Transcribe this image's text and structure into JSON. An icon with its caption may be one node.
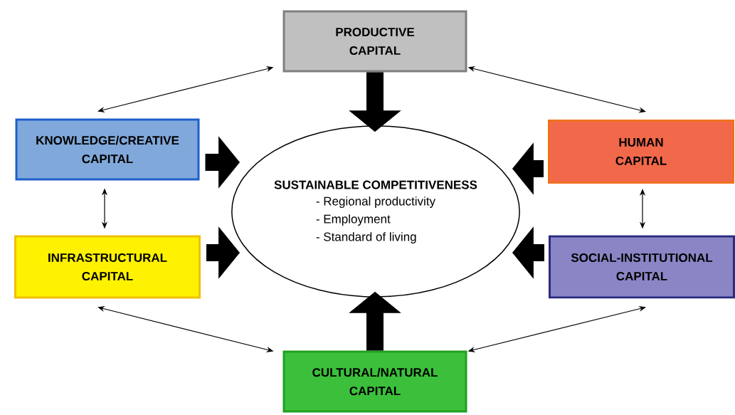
{
  "diagram": {
    "nodes": [
      {
        "text": [
          "PRODUCTIVE CAPITAL"
        ]
      },
      {
        "text": [
          "KNOWLEDGE/CREATIVE CAPITAL"
        ]
      },
      {
        "text": [
          "HUMAN CAPITAL"
        ]
      },
      {
        "text": [
          "SUSTAINABLE COMPETITIVENESS",
          "- Regional productivity",
          "- Employment",
          "- Standard of living"
        ]
      },
      {
        "text": [
          "INFRASTRUCTURAL CAPITAL"
        ]
      },
      {
        "text": [
          "SOCIAL-INSTITUTIONAL CAPITAL"
        ]
      },
      {
        "text": [
          "CULTURAL/NATURAL CAPITAL"
        ]
      }
    ],
    "edges": [
      {
        "from": 0,
        "to": 3,
        "arrow": "to",
        "style": "thick"
      },
      {
        "from": 1,
        "to": 3,
        "arrow": "to",
        "style": "thick"
      },
      {
        "from": 2,
        "to": 3,
        "arrow": "to",
        "style": "thick"
      },
      {
        "from": 4,
        "to": 3,
        "arrow": "to",
        "style": "thick"
      },
      {
        "from": 5,
        "to": 3,
        "arrow": "to",
        "style": "thick"
      },
      {
        "from": 6,
        "to": 3,
        "arrow": "to",
        "style": "thick"
      },
      {
        "from": 0,
        "to": 1,
        "arrow": "both"
      },
      {
        "from": 0,
        "to": 2,
        "arrow": "both"
      },
      {
        "from": 1,
        "to": 4,
        "arrow": "both"
      },
      {
        "from": 2,
        "to": 5,
        "arrow": "both"
      },
      {
        "from": 4,
        "to": 6,
        "arrow": "both"
      },
      {
        "from": 5,
        "to": 6,
        "arrow": "both"
      }
    ]
  }
}
